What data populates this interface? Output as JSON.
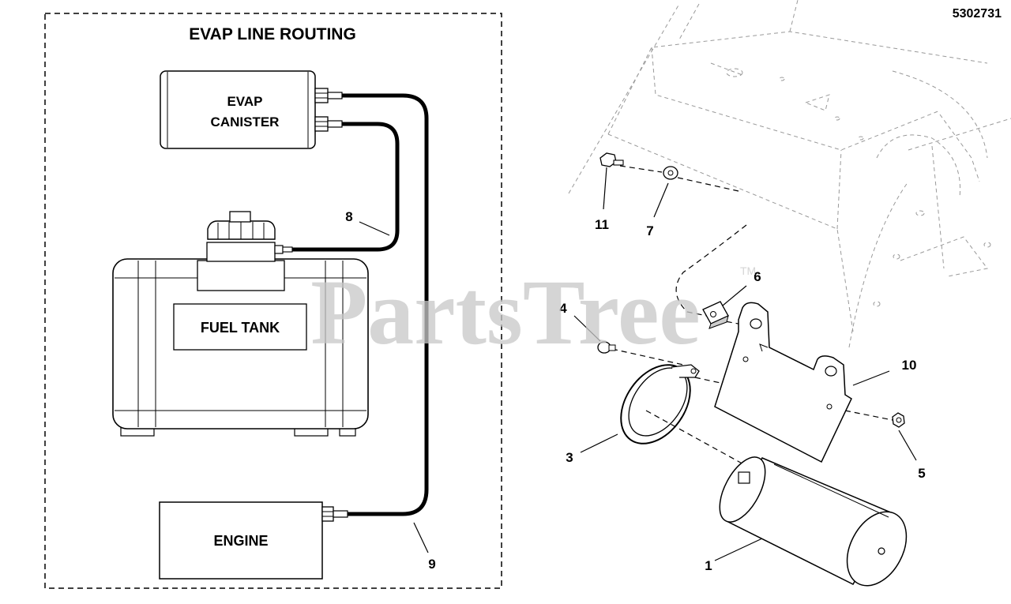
{
  "header": {
    "part_number": "5302731"
  },
  "routing": {
    "title": "EVAP LINE ROUTING",
    "canister_label_line1": "EVAP",
    "canister_label_line2": "CANISTER",
    "fuel_tank_label": "FUEL TANK",
    "engine_label": "ENGINE",
    "callout_hose_canister_tank": "8",
    "callout_hose_canister_engine": "9"
  },
  "assembly": {
    "callouts": {
      "canister": "1",
      "strap": "3",
      "screw": "4",
      "nut": "5",
      "clip_nut": "6",
      "washer": "7",
      "bracket": "10",
      "bolt": "11"
    }
  },
  "watermark": {
    "text": "PartsTree",
    "tm": "TM"
  }
}
